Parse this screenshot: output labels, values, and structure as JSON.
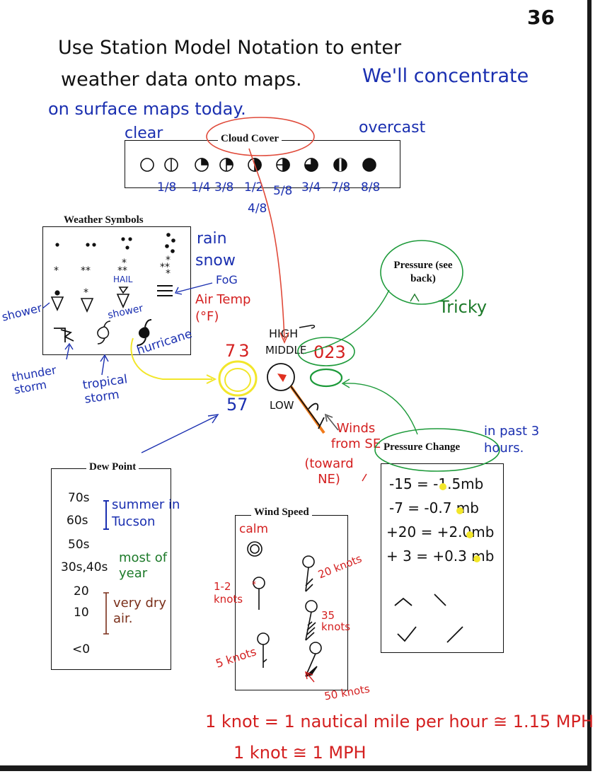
{
  "page_number": "36",
  "intro": {
    "line1": "Use Station Model Notation to enter",
    "line2a": "weather data onto maps.",
    "line2b": "We'll concentrate",
    "line3": "on surface maps today."
  },
  "cloud_cover": {
    "title": "Cloud Cover",
    "left_label": "clear",
    "right_label": "overcast",
    "fractions": [
      "1/8",
      "1/4",
      "3/8",
      "1/2",
      "5/8",
      "3/4",
      "7/8",
      "8/8"
    ],
    "extra_fraction": "4/8"
  },
  "weather_symbols": {
    "title": "Weather Symbols",
    "rain": "rain",
    "snow": "snow",
    "fog": "FoG",
    "hail": "HAIL",
    "shower_left": "shower",
    "shower_mid": "shower",
    "thunderstorm": "thunder storm",
    "tropical_storm": "tropical storm",
    "hurricane": "hurricane"
  },
  "station": {
    "air_temp_label": "Air Temp (°F)",
    "temp": "73",
    "dew": "57",
    "high": "HIGH",
    "middle": "MIDDLE",
    "low": "LOW",
    "pressure_code": "023",
    "winds_note": "Winds from SE",
    "toward_note": "(toward NE)"
  },
  "pressure": {
    "label": "Pressure (see back)",
    "tricky": "Tricky"
  },
  "pressure_change": {
    "title": "Pressure Change",
    "note": "in past 3 hours.",
    "rows": [
      "-15 = -1.5mb",
      "-7 = -0.7 mb",
      "+20 = +2.0mb",
      "+ 3 = +0.3 mb"
    ]
  },
  "dew_point": {
    "title": "Dew Point",
    "rows": [
      "70s",
      "60s",
      "50s",
      "30s,40s",
      "20",
      "10",
      "<0"
    ],
    "summer": "summer in Tucson",
    "most": "most of year",
    "dry": "very dry air."
  },
  "wind_speed": {
    "title": "Wind Speed",
    "calm": "calm",
    "k12": "1-2 knots",
    "k5": "5 knots",
    "k20": "20 knots",
    "k35": "35 knots",
    "k50": "50 knots"
  },
  "footer": {
    "line1": "1 knot = 1 nautical mile per hour ≅ 1.15 MPH",
    "line2": "1 knot ≅ 1 MPH"
  },
  "colors": {
    "ink_black": "#111111",
    "ink_blue": "#1a2fb0",
    "ink_red": "#d42020",
    "ink_green": "#1d7a2a",
    "highlight_yellow": "#f2e62a",
    "wind_orange": "#f07a1a"
  }
}
